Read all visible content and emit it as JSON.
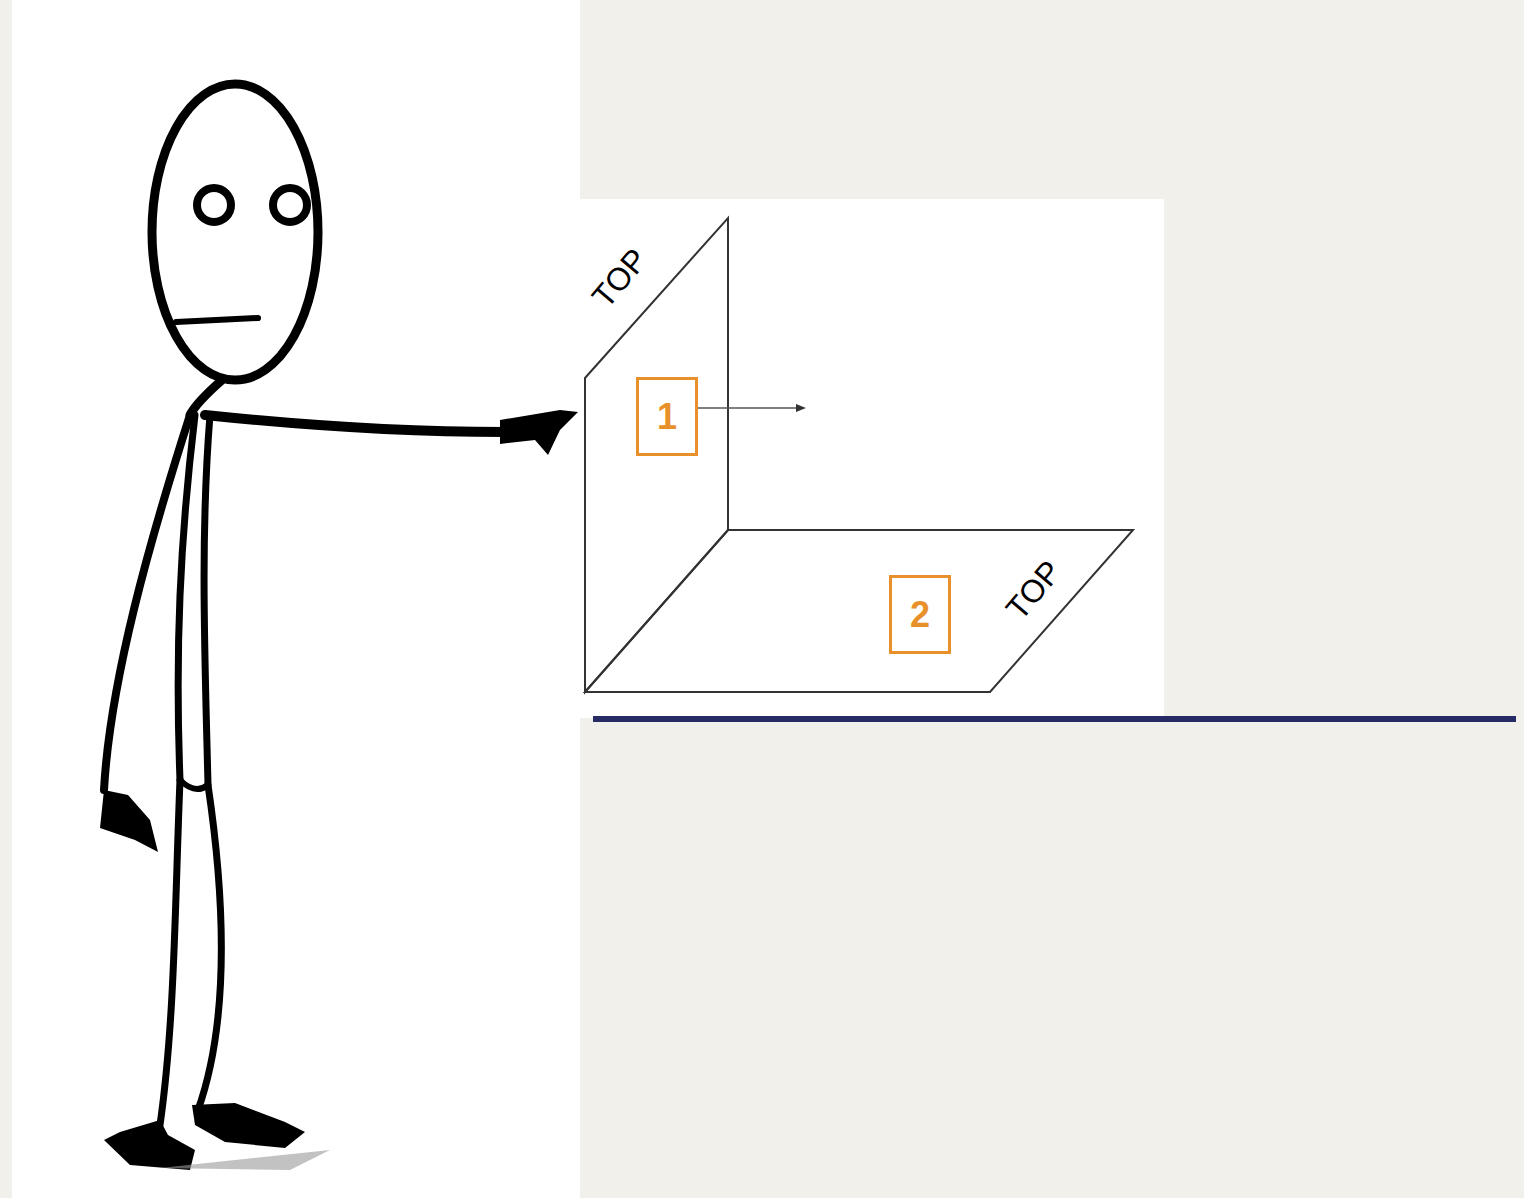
{
  "diagram": {
    "nodes": [
      {
        "text": [
          "1"
        ]
      },
      {
        "text": [
          "2"
        ]
      }
    ],
    "labels": [
      "TOP",
      "TOP"
    ]
  }
}
